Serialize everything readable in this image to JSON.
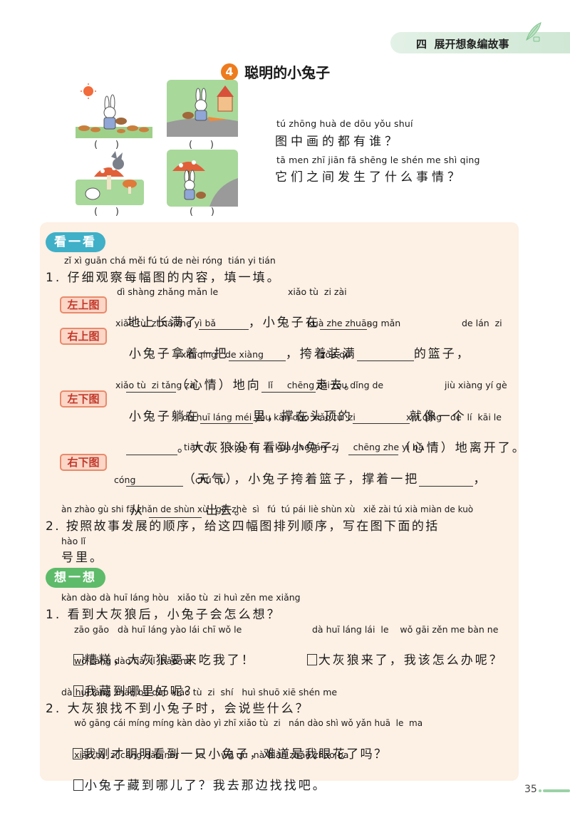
{
  "header": {
    "unit": "四  展开想象编故事"
  },
  "title": {
    "number": "4",
    "text": "聪明的小兔子"
  },
  "pictures": {
    "paren": "(      )"
  },
  "intro": {
    "q1_pinyin": "tú zhōng huà de dōu yǒu shuí",
    "q1_text": "图中画的都有谁？",
    "q2_pinyin": "tā men zhī jiān fā shēng le shén me shì qing",
    "q2_text": "它们之间发生了什么事情？"
  },
  "look": {
    "label": "看一看",
    "q1_pinyin": "zǐ xì guān chá měi fú tú de nèi róng  tián yi tián",
    "q1_text": "1. 仔细观察每幅图的内容，填一填。",
    "tags": {
      "tl": "左上图",
      "tr": "右上图",
      "bl": "左下图",
      "br": "右下图"
    },
    "tl_pinyin_a": "dì shàng zhǎng mǎn le",
    "tl_pinyin_b": "xiǎo tù  zi zài",
    "tl_a": "地上长满了",
    "tl_b": "，小兔子在",
    "tl_c": "。",
    "tr_pinyin_a": "xiǎo tù  zi ná zhe yì bǎ",
    "tr_pinyin_b": "kuà zhe zhuāng mǎn",
    "tr_pinyin_c": "de lán  zi",
    "tr_a": "小兔子拿着一把",
    "tr_b": "，挎着装满",
    "tr_c": "的篮子，",
    "tr2_pinyin_a": "xīn qíng   de xiàng",
    "tr2_pinyin_b": "zǒu qù",
    "tr2_a": "（心情）地向",
    "tr2_b": "走去。",
    "bl_pinyin_a": "xiǎo tù  zi tǎng zài",
    "bl_pinyin_b": "lǐ     chēng zài tóu dǐng de",
    "bl_pinyin_c": "jiù xiàng yí gè",
    "bl_a": "小兔子躺在",
    "bl_b": "里，撑在头顶的",
    "bl_c": "就像一个",
    "bl2_pinyin_a": "dà huī láng méi yǒu kàn dào xiǎo tù  zi",
    "bl2_pinyin_b": "xīn qíng   de  lí  kāi le",
    "bl2_a": "。大灰狼没有看到小兔子，",
    "bl2_b": "（心情）地离开了。",
    "br_pinyin_a": "tiān qì      xiǎo tù  zi kuà zhe lán  zi     chēng zhe yì bǎ",
    "br_a": "（天气），小兔子挎着篮子，撑着一把",
    "br_b": "，",
    "br2_pinyin_a": "cóng",
    "br2_pinyin_b": "chū qù",
    "br2_a": "从",
    "br2_b": "出去。",
    "q2_pinyin": "àn zhào gù shi fā zhǎn de shùn xù   gěi zhè  sì   fú  tú pái liè shùn xù   xiě zài tú xià miàn de kuò",
    "q2_text": "2. 按照故事发展的顺序，给这四幅图排列顺序，写在图下面的括",
    "q2b_pinyin": "hào lǐ",
    "q2b_text": "号里。"
  },
  "think": {
    "label": "想一想",
    "q1_pinyin": "kàn dào dà huī láng hòu   xiǎo tù  zi huì zěn me xiǎng",
    "q1_text": "1. 看到大灰狼后，小兔子会怎么想？",
    "o1_pinyin": "zāo gāo   dà huī láng yào lái chī wǒ le",
    "o1_text": "糟糕，大灰狼要来吃我了！",
    "o2_pinyin": "dà huī láng lái  le    wǒ gāi zěn me bàn ne",
    "o2_text": "大灰狼来了，我该怎么办呢？",
    "o3_pinyin": "wǒ cáng dào nǎ  lǐ  hǎo ne",
    "o3_text": "我藏到哪里好呢？",
    "q2_pinyin": "dà huī láng zhǎo bú dào xiǎo tù  zi  shí   huì shuō xiē shén me",
    "q2_text": "2. 大灰狼找不到小兔子时，会说些什么？",
    "o4_pinyin": "wǒ gāng cái míng míng kàn dào yì zhī xiǎo tù  zi   nán dào shì wǒ yǎn huā  le  ma",
    "o4_text": "我刚才明明看到一只小兔子，难道是我眼花了吗？",
    "o5_pinyin": "xiǎo tù  zi cáng dào nǎr      le      wǒ qù  nà biān zhǎo zhao ba",
    "o5_text": "小兔子藏到哪儿了？我去那边找找吧。"
  },
  "page": {
    "number": "35"
  },
  "colors": {
    "panel": "#fdf0e4",
    "look_pill": "#3fb0c8",
    "think_pill": "#5dbb6a",
    "tag_border": "#e88a6c",
    "number_badge": "#ee7b1d"
  }
}
